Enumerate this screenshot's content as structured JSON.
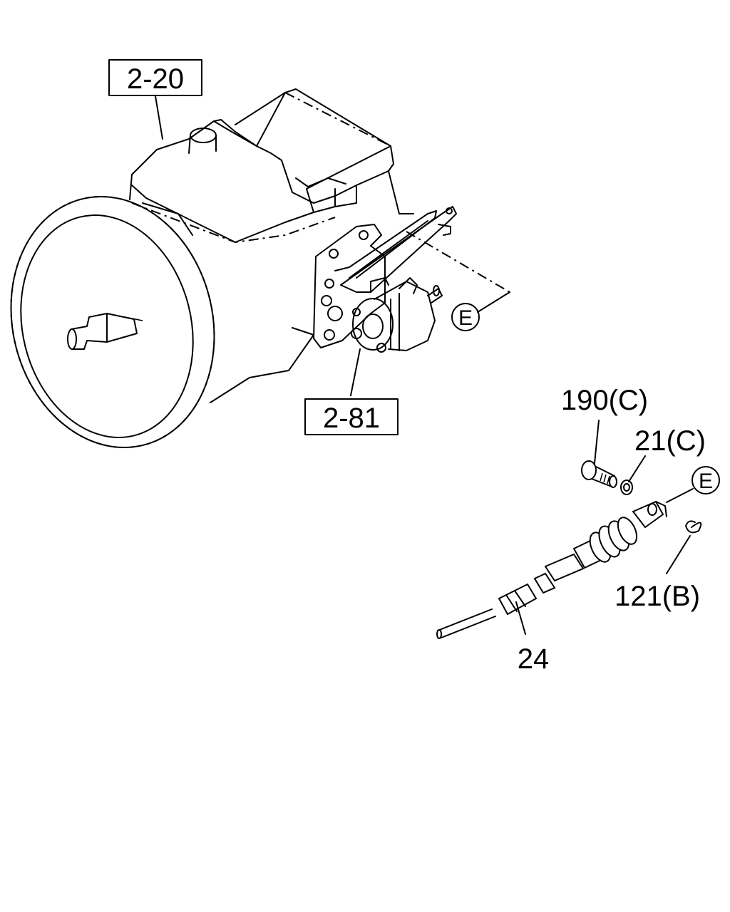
{
  "callouts": {
    "ref_transmission": "2-20",
    "ref_shift_unit": "2-81",
    "bolt": "190(C)",
    "washer": "21(C)",
    "clip": "121(B)",
    "cable": "24",
    "connector_top": "E",
    "connector_bottom": "E"
  }
}
